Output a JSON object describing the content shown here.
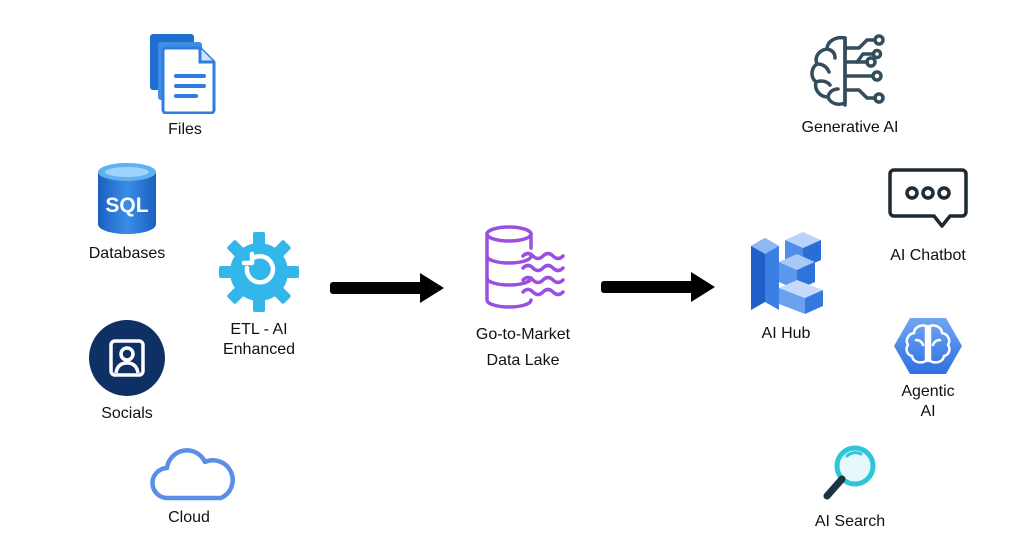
{
  "sources": {
    "files": {
      "label": "Files",
      "icon": "files-icon"
    },
    "databases": {
      "label": "Databases",
      "icon": "sql-database-icon",
      "icon_text": "SQL"
    },
    "socials": {
      "label": "Socials",
      "icon": "social-profile-icon"
    },
    "cloud": {
      "label": "Cloud",
      "icon": "cloud-icon"
    }
  },
  "etl": {
    "label_line1": "ETL - AI",
    "label_line2": "Enhanced",
    "icon": "gear-refresh-icon"
  },
  "lake": {
    "label_line1": "Go-to-Market",
    "label_line2": "Data Lake",
    "icon": "data-lake-icon"
  },
  "hub": {
    "label": "AI Hub",
    "icon": "ai-hub-icon"
  },
  "outputs": {
    "generative": {
      "label": "Generative AI",
      "icon": "brain-circuit-icon"
    },
    "chatbot": {
      "label": "AI Chatbot",
      "icon": "chat-bubble-icon"
    },
    "agentic": {
      "label_line1": "Agentic",
      "label_line2": "AI",
      "icon": "brain-icon"
    },
    "search": {
      "label": "AI Search",
      "icon": "magnifier-icon"
    }
  },
  "colors": {
    "azure_blue": "#2f7de1",
    "light_blue": "#8cc8f8",
    "navy": "#0e3064",
    "cyan": "#33b7ea",
    "purple": "#9a4fe0",
    "slate": "#344d5c",
    "teal": "#2ec5d9",
    "black": "#000000"
  }
}
